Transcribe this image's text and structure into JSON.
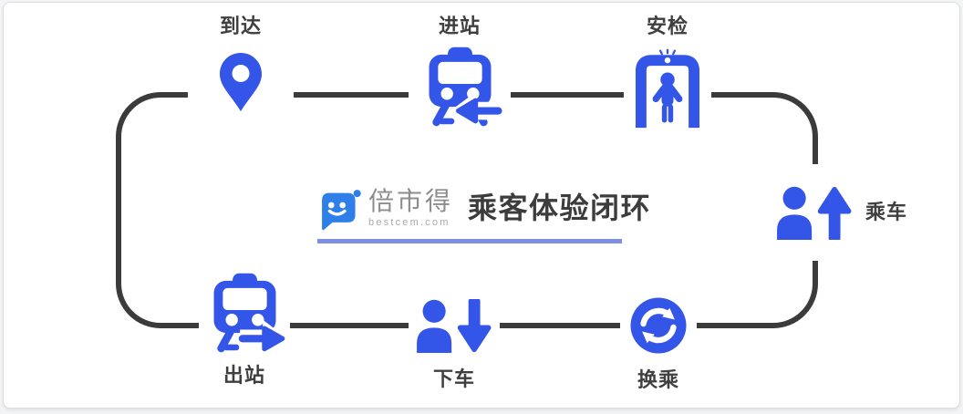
{
  "title_block": {
    "logo_name": "倍市得",
    "logo_domain": "bestcem.com",
    "title": "乘客体验闭环"
  },
  "stations": [
    {
      "id": "arrival",
      "label": "到达",
      "icon": "location-pin-icon",
      "position": "top-left"
    },
    {
      "id": "enter-station",
      "label": "进站",
      "icon": "train-arrow-left-icon",
      "position": "top-center"
    },
    {
      "id": "security-check",
      "label": "安检",
      "icon": "security-gate-icon",
      "position": "top-right"
    },
    {
      "id": "board",
      "label": "乘车",
      "icon": "person-arrow-up-icon",
      "position": "right"
    },
    {
      "id": "transfer",
      "label": "换乘",
      "icon": "sync-arrows-icon",
      "position": "bottom-right"
    },
    {
      "id": "alight",
      "label": "下车",
      "icon": "person-arrow-down-icon",
      "position": "bottom-center"
    },
    {
      "id": "exit-station",
      "label": "出站",
      "icon": "train-arrow-right-icon",
      "position": "bottom-left"
    }
  ],
  "colors": {
    "icon_blue": "#3355e8",
    "logo_blue": "#2e80e8",
    "loop_gray": "#3b3b3b",
    "label_gray": "#3f3f3f",
    "title_color": "#3c3c3c",
    "underline": "#7f90e4"
  }
}
